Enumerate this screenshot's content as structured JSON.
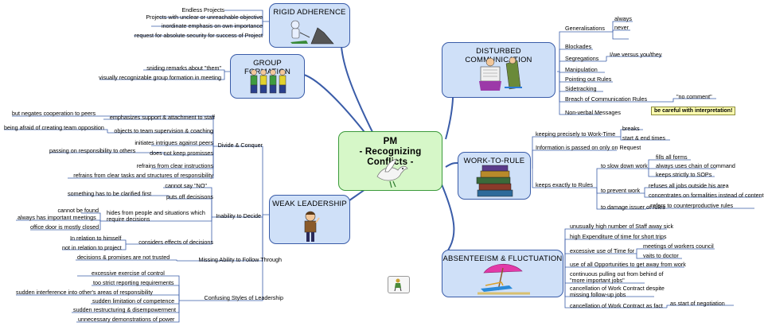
{
  "center": {
    "title": "PM",
    "subtitle": "- Recognizing Conflicts -"
  },
  "rigid": {
    "title": "RIGID ADHERENCE",
    "items": [
      "Endless Projects",
      "Projects with unclear or unreachable objective",
      "inordinate emphasis on own importance",
      "request for absolute security for success of Project"
    ]
  },
  "group": {
    "title": "GROUP FORMATION",
    "items": [
      "sniding remarks about \"them\"",
      "visually recognizable group formation in meeting"
    ]
  },
  "weak": {
    "title": "WEAK LEADERSHIP",
    "divide": {
      "label": "Divide & Conquer",
      "items": [
        "emphasizes support & attachment to staff",
        "but negates cooperation to peers",
        "objects to team supervision & coaching",
        "being afraid of creating team opposition",
        "initiates intrigues against peers",
        "does not keep promisses",
        "passing on responsibility to others",
        "refrains from clear instructions",
        "refrains from clear tasks and structures of responsibility"
      ]
    },
    "inability": {
      "label": "Inability to Decide",
      "items": [
        "cannot say \"NO\"",
        "puts off decisisons",
        "something has to be clarified first",
        "hides from people and situations which",
        "require  decisions",
        "cannot be found",
        "always has important meetings",
        "office door is mostly closed",
        "considers effects of decisions",
        "In relation to himself",
        "not in relation to project"
      ]
    },
    "missing": {
      "label": "Missing Ability to Follow Through",
      "items": [
        "decisions & promises are not trusted"
      ]
    },
    "confusing": {
      "label": "Confusing Styles of Leadership",
      "items": [
        "excessive exercise of control",
        "too strict reporting requirements",
        "sudden interference into other's areas of responsibility",
        "sudden limitation of competence",
        "sudden restructuring & disempowerment",
        "unnecessary demonstrations of power"
      ]
    }
  },
  "disturbed": {
    "title": "DISTURBED COMMUNICATION",
    "items": [
      "Generalisations",
      "always",
      "never",
      "Blockades",
      "Segregations",
      "I/we versus you/they",
      "Manipulation",
      "Pointing out Rules",
      "Sidetracking",
      "Breach of Communication Rules",
      "\"no comment\"",
      "Non-verbal Messages",
      "be careful with interpretation!"
    ]
  },
  "work": {
    "title": "WORK-TO-RULE",
    "items": [
      "keeping precisely to Work-Time",
      "breaks",
      "start & end times",
      "Information is passed on only on Request",
      "keeps exactly to Rules",
      "to slow down work",
      "fills all forms",
      "always uses chain of command",
      "keeps strictly to SOPs",
      "to prevent work",
      "refuses all jobs outside his area",
      "concentrates on formalities instead of content",
      "to damage issuer of rules",
      "refers to counterproductive rules"
    ]
  },
  "absent": {
    "title": "ABSENTEEISM & FLUCTUATION",
    "items": [
      "unusually high number of Staff away sick",
      "high Expenditure of time for short trips",
      "excessive use of Time for",
      "meetings of workers council",
      "vaits to doctor",
      "use of all Opportunities to get away from work",
      "continuous pulling out from behind of",
      "\"more important jobs\"",
      "cancellation of Work Contract despite",
      "missing follow-up jobs",
      "cancellation of Work Contract as fact",
      "as start of negotiation"
    ]
  },
  "colors": {
    "line": "#3a5ca8",
    "node": "#cfe0f8",
    "center": "#d6f7c8"
  },
  "icons": [
    "snowman-sled-icon",
    "group-people-icon",
    "dove-olive-icon",
    "newspaper-reader-icon",
    "book-stack-icon",
    "beach-umbrella-icon",
    "pondering-man-icon",
    "small-figure-icon"
  ]
}
